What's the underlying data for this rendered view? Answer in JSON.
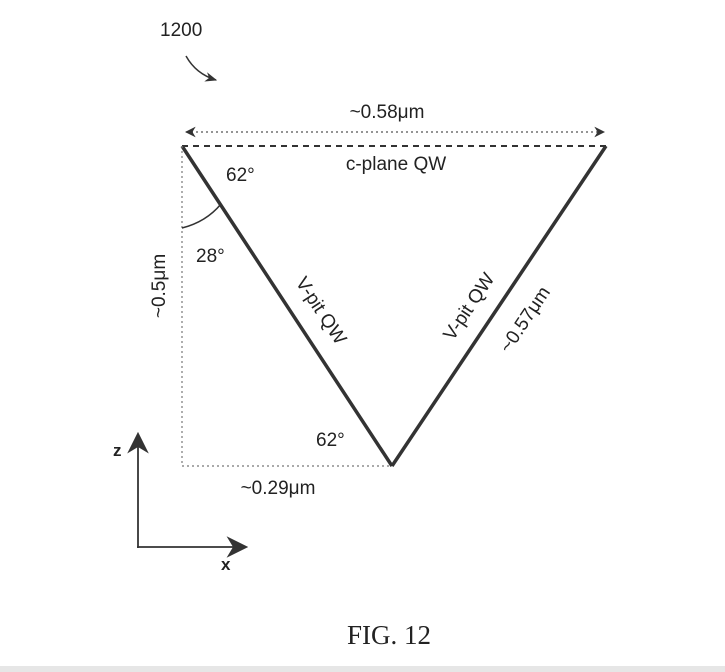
{
  "figure": {
    "ref_number": "1200",
    "caption": "FIG. 12",
    "labels": {
      "top_width": "~0.58μm",
      "c_plane": "c-plane QW",
      "angle_top": "62°",
      "angle_side": "28°",
      "angle_bottom": "62°",
      "height": "~0.5μm",
      "half_width": "~0.29μm",
      "left_facet": "V-pit QW",
      "right_facet": "V-pit QW",
      "facet_length": "~0.57μm"
    },
    "axes": {
      "z": "z",
      "x": "x"
    }
  }
}
